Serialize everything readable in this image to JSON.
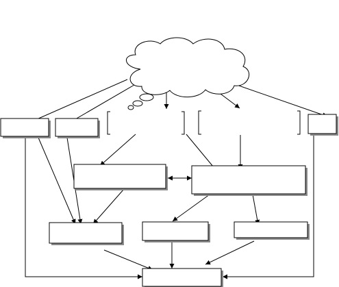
{
  "diagram": {
    "type": "flowchart",
    "nodes": [
      {
        "id": "cloud",
        "shape": "thought-cloud",
        "label": ""
      },
      {
        "id": "top-box-1",
        "shape": "box",
        "label": ""
      },
      {
        "id": "top-box-2",
        "shape": "box",
        "label": ""
      },
      {
        "id": "top-bracket-1",
        "shape": "bracket",
        "label": ""
      },
      {
        "id": "top-bracket-2",
        "shape": "bracket",
        "label": ""
      },
      {
        "id": "top-box-5",
        "shape": "box",
        "label": ""
      },
      {
        "id": "mid-box-left",
        "shape": "box",
        "label": ""
      },
      {
        "id": "mid-box-right",
        "shape": "box",
        "label": ""
      },
      {
        "id": "low-box-1",
        "shape": "box",
        "label": ""
      },
      {
        "id": "low-box-2",
        "shape": "box",
        "label": ""
      },
      {
        "id": "low-box-3",
        "shape": "box",
        "label": ""
      },
      {
        "id": "bottom-box",
        "shape": "box",
        "label": ""
      }
    ],
    "edges": [
      {
        "from": "cloud",
        "to": "top-box-1"
      },
      {
        "from": "cloud",
        "to": "top-box-2"
      },
      {
        "from": "cloud",
        "to": "top-bracket-1"
      },
      {
        "from": "cloud",
        "to": "top-bracket-2"
      },
      {
        "from": "cloud",
        "to": "top-box-5"
      },
      {
        "from": "top-bracket-1",
        "to": "mid-box-left"
      },
      {
        "from": "top-bracket-1",
        "to": "mid-box-right"
      },
      {
        "from": "top-bracket-2",
        "to": "mid-box-right"
      },
      {
        "from": "mid-box-left",
        "to": "mid-box-right",
        "bidirectional": true
      },
      {
        "from": "top-box-1",
        "to": "low-box-1"
      },
      {
        "from": "top-box-2",
        "to": "low-box-1"
      },
      {
        "from": "mid-box-left",
        "to": "low-box-1"
      },
      {
        "from": "mid-box-right",
        "to": "low-box-2"
      },
      {
        "from": "mid-box-right",
        "to": "low-box-3"
      },
      {
        "from": "top-box-1",
        "to": "bottom-box"
      },
      {
        "from": "low-box-1",
        "to": "bottom-box"
      },
      {
        "from": "low-box-2",
        "to": "bottom-box"
      },
      {
        "from": "low-box-3",
        "to": "bottom-box"
      },
      {
        "from": "top-box-5",
        "to": "bottom-box"
      }
    ]
  }
}
